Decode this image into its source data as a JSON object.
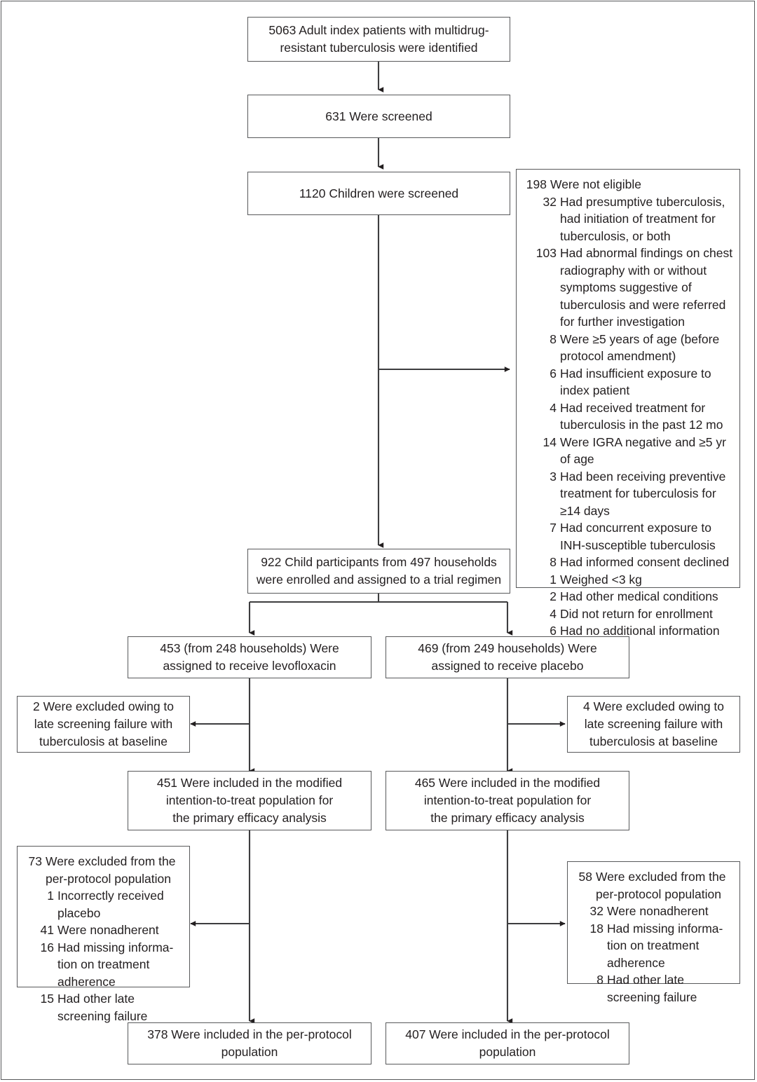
{
  "diagram": {
    "type": "consort-flow-diagram",
    "title": "Enrollment, randomization, and analysis of child contacts of adults with multidrug-resistant tuberculosis"
  },
  "colors": {
    "line": "#58595b",
    "text": "#231f20",
    "background": "#ffffff"
  },
  "nodes": {
    "index_patients": {
      "text": "5063 Adult index patients with multidrug-\nresistant tuberculosis were identified",
      "count": 5063
    },
    "adults_screened": {
      "text": "631 Were screened",
      "count": 631
    },
    "children_screened": {
      "text": "1120 Children were screened",
      "count": 1120
    },
    "enrolled": {
      "text": "922 Child participants from 497 households\nwere enrolled and assigned to a trial regimen",
      "count": 922,
      "households": 497
    },
    "levo_assigned": {
      "text": "453 (from 248 households) Were\nassigned to receive levofloxacin",
      "count": 453,
      "households": 248
    },
    "placebo_assigned": {
      "text": "469 (from 249 households) Were\nassigned to receive placebo",
      "count": 469,
      "households": 249
    },
    "levo_excluded_late": {
      "text": "2 Were excluded owing to\nlate screening failure with\ntuberculosis at baseline",
      "count": 2
    },
    "placebo_excluded_late": {
      "text": "4 Were excluded owing to\nlate screening failure with\ntuberculosis at baseline",
      "count": 4
    },
    "levo_mitt": {
      "text": "451 Were included in the modified\nintention-to-treat population for\nthe primary efficacy analysis",
      "count": 451
    },
    "placebo_mitt": {
      "text": "465 Were included in the modified\nintention-to-treat population for\nthe primary efficacy analysis",
      "count": 465
    },
    "levo_pp": {
      "text": "378 Were included in the per-protocol\npopulation",
      "count": 378
    },
    "placebo_pp": {
      "text": "407 Were included in the per-protocol\npopulation",
      "count": 407
    }
  },
  "not_eligible": {
    "header": {
      "num": "198",
      "text": "Were not eligible"
    },
    "items": [
      {
        "num": "32",
        "text": "Had presumptive tuberculosis, had initiation of treatment for tuberculosis, or both"
      },
      {
        "num": "103",
        "text": "Had abnormal findings on chest radiography with or without symptoms suggestive of tuberculosis and were referred for further investigation"
      },
      {
        "num": "8",
        "text": "Were ≥5 years of age (before protocol amendment)"
      },
      {
        "num": "6",
        "text": "Had insufficient exposure to index patient"
      },
      {
        "num": "4",
        "text": "Had received treatment for tuberculosis in the past 12 mo"
      },
      {
        "num": "14",
        "text": "Were IGRA negative and ≥5 yr of age"
      },
      {
        "num": "3",
        "text": "Had been receiving preventive treatment for tuberculosis for ≥14 days"
      },
      {
        "num": "7",
        "text": "Had concurrent exposure to INH-susceptible tuberculosis"
      },
      {
        "num": "8",
        "text": "Had informed consent declined"
      },
      {
        "num": "1",
        "text": "Weighed <3 kg"
      },
      {
        "num": "2",
        "text": "Had other medical conditions"
      },
      {
        "num": "4",
        "text": "Did not return for enrollment"
      },
      {
        "num": "6",
        "text": "Had no additional information"
      }
    ]
  },
  "levo_pp_excluded": {
    "header": {
      "num": "73",
      "text": "Were excluded from the per-protocol population"
    },
    "items": [
      {
        "num": "1",
        "text": "Incorrectly received placebo"
      },
      {
        "num": "41",
        "text": "Were nonadherent"
      },
      {
        "num": "16",
        "text": "Had missing informa-tion on treatment adherence"
      },
      {
        "num": "15",
        "text": "Had other late screening failure"
      }
    ]
  },
  "placebo_pp_excluded": {
    "header": {
      "num": "58",
      "text": "Were excluded from the per-protocol population"
    },
    "items": [
      {
        "num": "32",
        "text": "Were nonadherent"
      },
      {
        "num": "18",
        "text": "Had missing informa-tion on treatment adherence"
      },
      {
        "num": "8",
        "text": "Had other late screening failure"
      }
    ]
  }
}
